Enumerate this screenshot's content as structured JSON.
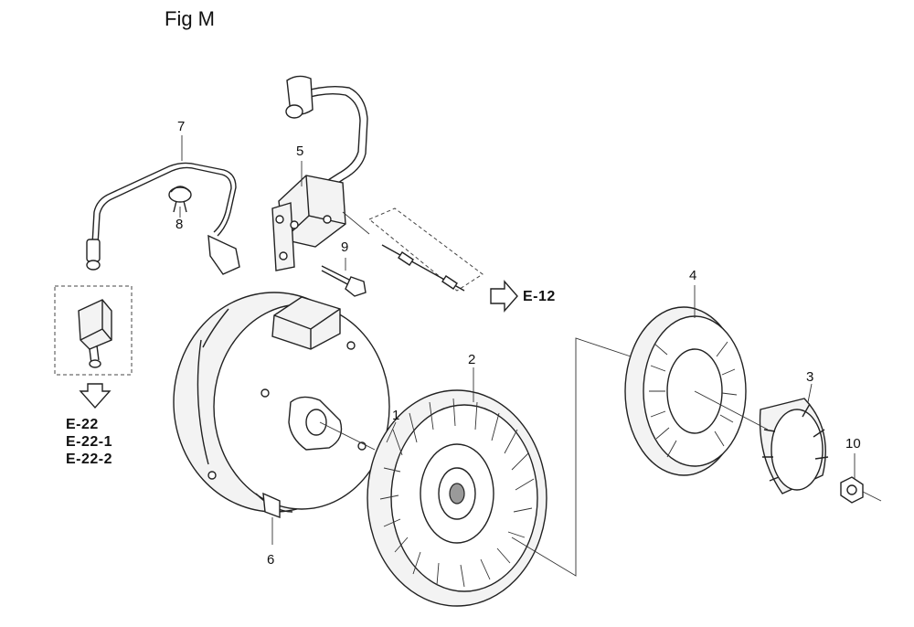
{
  "title": "Fig M",
  "callouts": {
    "c1": "1",
    "c2": "2",
    "c3": "3",
    "c4": "4",
    "c5": "5",
    "c6": "6",
    "c7": "7",
    "c8": "8",
    "c9": "9",
    "c10": "10"
  },
  "refs": {
    "e12": "E-12",
    "e22": "E-22",
    "e22_1": "E-22-1",
    "e22_2": "E-22-2"
  }
}
